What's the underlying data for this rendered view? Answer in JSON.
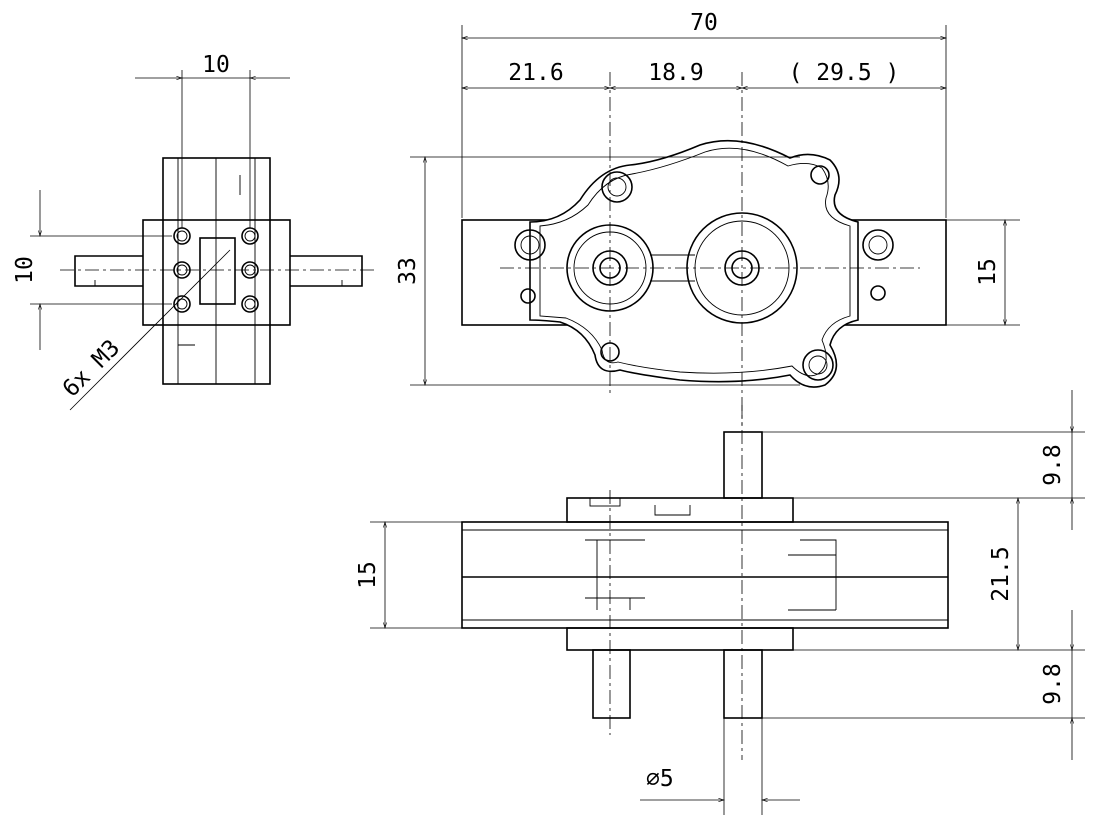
{
  "drawing": {
    "top_view_dimensions": {
      "overall_width": "70",
      "segment_left": "21.6",
      "segment_middle": "18.9",
      "segment_right": "( 29.5 )",
      "height": "33",
      "plate_height": "15"
    },
    "side_view_dimensions": {
      "hole_spacing_horizontal": "10",
      "hole_spacing_vertical": "10",
      "thread_callout": "6x M3"
    },
    "front_view_dimensions": {
      "shaft_top_length": "9.8",
      "body_height": "21.5",
      "shaft_bottom_length": "9.8",
      "plate_height": "15",
      "shaft_diameter": "⌀5"
    }
  }
}
